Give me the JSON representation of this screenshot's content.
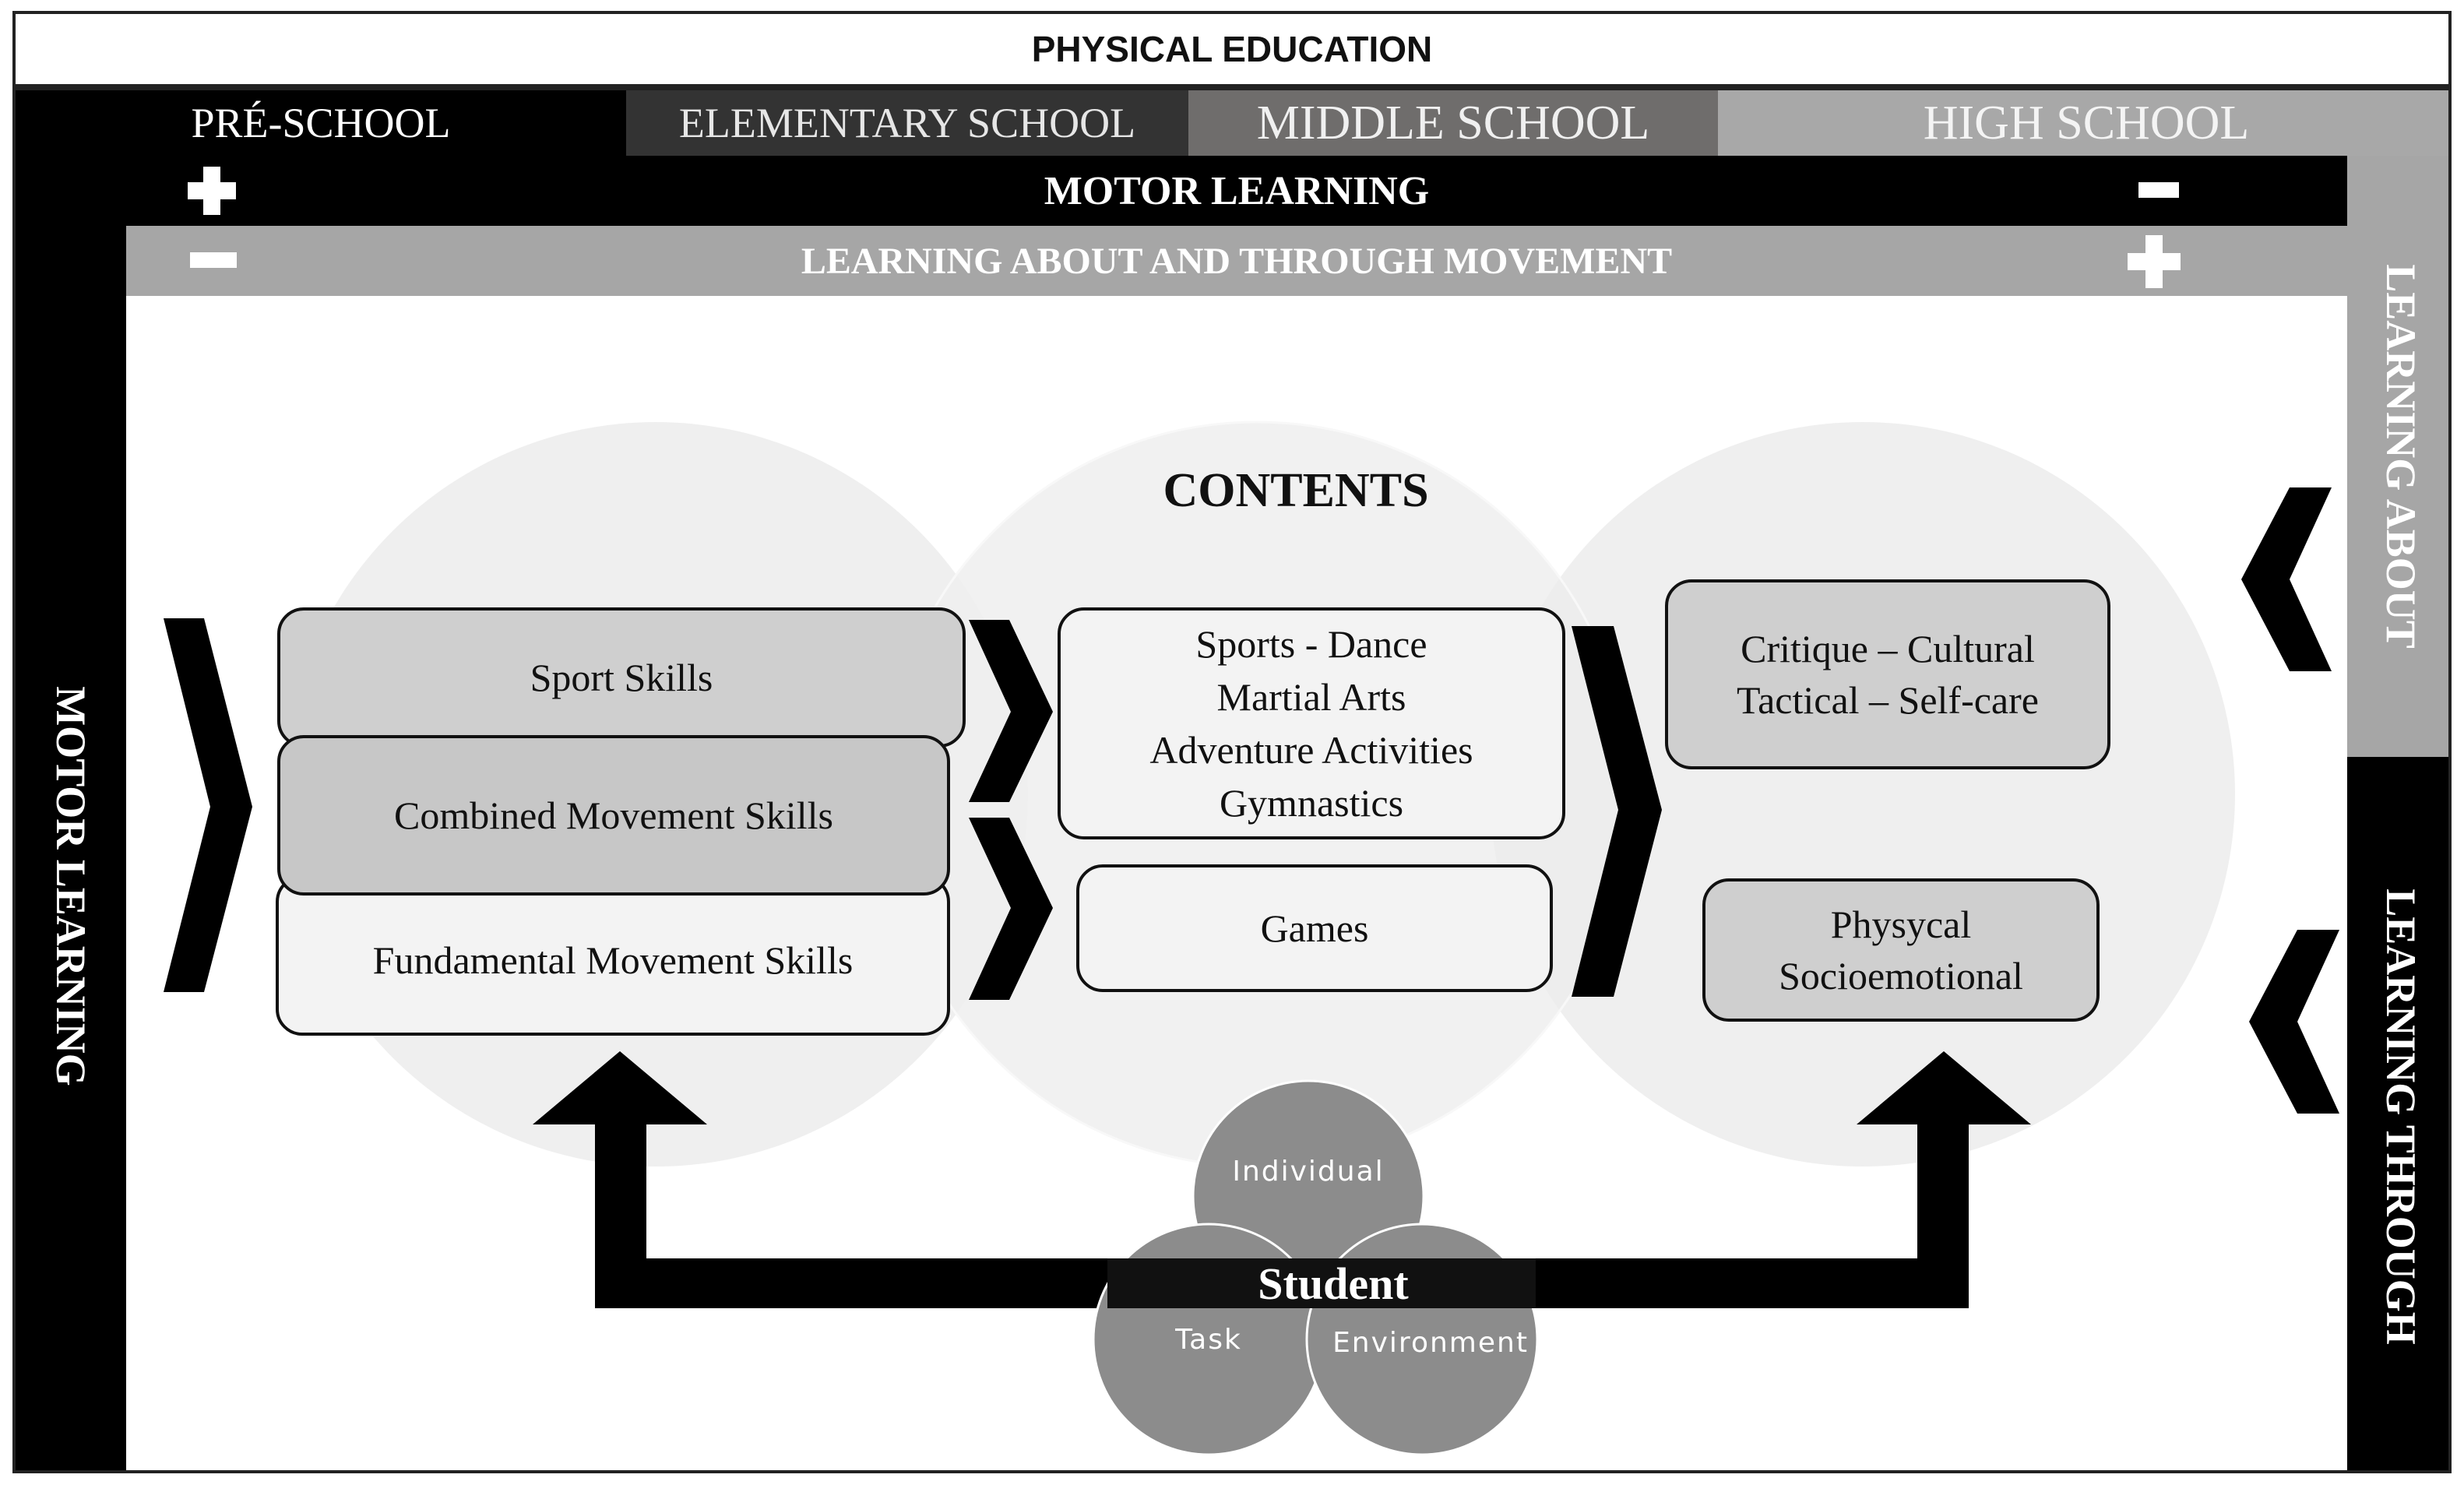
{
  "header": {
    "title": "PHYSICAL EDUCATION"
  },
  "stages": [
    "PRÉ-SCHOOL",
    "ELEMENTARY SCHOOL",
    "MIDDLE SCHOOL",
    "HIGH SCHOOL"
  ],
  "bars": {
    "motor_learning": "MOTOR LEARNING",
    "learning_about_through": "LEARNING ABOUT AND THROUGH MOVEMENT"
  },
  "side_labels": {
    "left": "MOTOR LEARNING",
    "right_top": "LEARNING ABOUT",
    "right_bottom": "LEARNING THROUGH"
  },
  "contents": {
    "title": "CONTENTS",
    "skills": [
      "Sport Skills",
      "Combined Movement Skills",
      "Fundamental Movement Skills"
    ],
    "activities": [
      "Sports - Dance",
      "Martial Arts",
      "Adventure Activities",
      "Gymnastics"
    ],
    "games": "Games",
    "learning_about": [
      "Critique  – Cultural",
      "Tactical  – Self-care"
    ],
    "learning_through": [
      "Physycal",
      "Socioemotional"
    ]
  },
  "student": {
    "label": "Student",
    "constraints": [
      "Individual",
      "Task",
      "Environment"
    ]
  },
  "colors": {
    "black": "#000000",
    "dark_grey": "#333333",
    "mid_grey": "#6f6d6c",
    "light_grey": "#a6a6a6",
    "circle_fill": "#ededed",
    "box_grey": "#cfcfcf"
  },
  "icons": [
    "plus-icon",
    "minus-icon",
    "chevron-right-icon",
    "chevron-left-icon",
    "arrow-up-icon"
  ]
}
